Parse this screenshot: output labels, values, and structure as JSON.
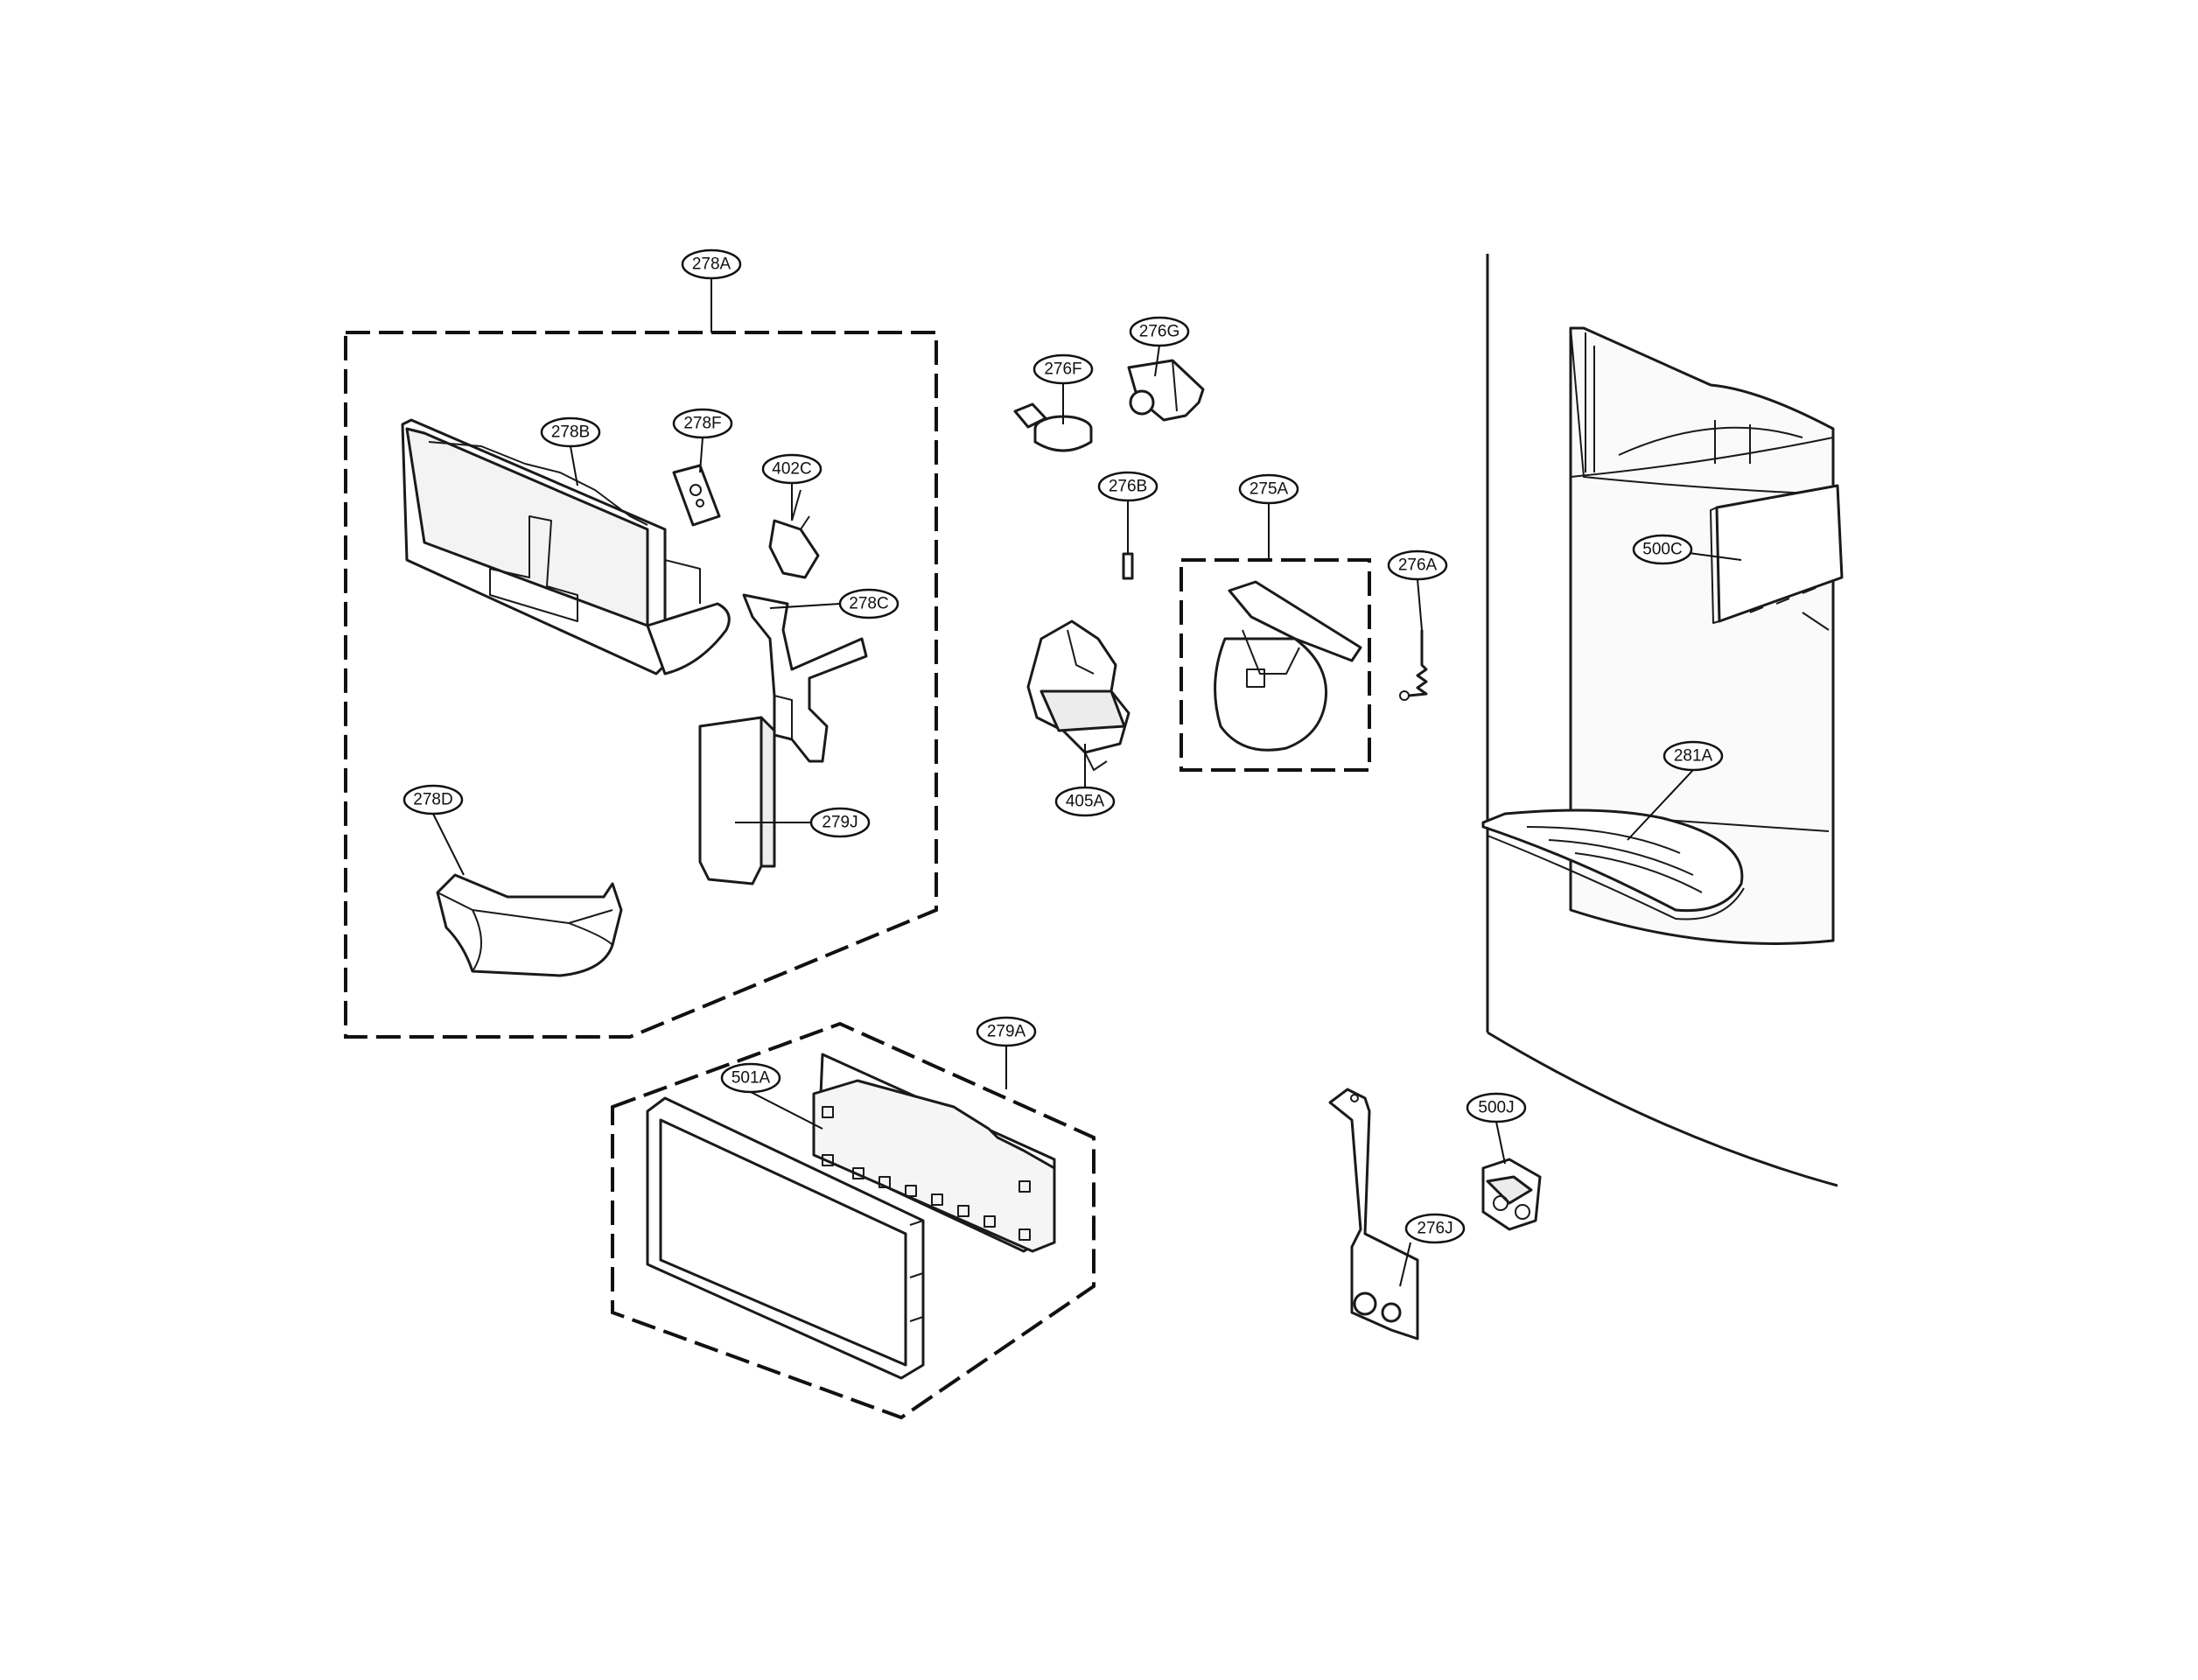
{
  "labels": {
    "l278A": "278A",
    "l278B": "278B",
    "l278F": "278F",
    "l402C": "402C",
    "l278C": "278C",
    "l278D": "278D",
    "l279J": "279J",
    "l276F": "276F",
    "l276G": "276G",
    "l276B": "276B",
    "l275A": "275A",
    "l276A": "276A",
    "l405A": "405A",
    "l500C": "500C",
    "l281A": "281A",
    "l279A": "279A",
    "l501A": "501A",
    "l500J": "500J",
    "l276J": "276J"
  }
}
